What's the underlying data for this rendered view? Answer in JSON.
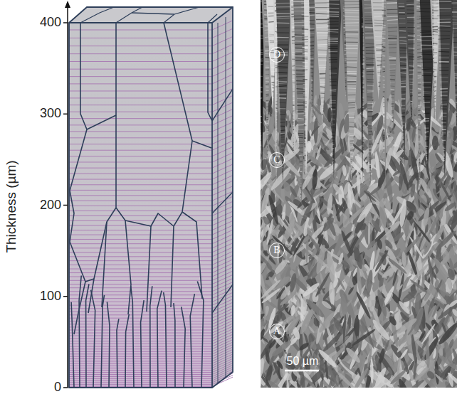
{
  "diagram": {
    "nodes": [
      {
        "text": [
          "D"
        ]
      },
      {
        "text": [
          "C"
        ]
      },
      {
        "text": [
          "B"
        ]
      },
      {
        "text": [
          "A"
        ]
      }
    ],
    "labels": [
      "400",
      "300",
      "200",
      "100",
      "0",
      "Thickness (µm)",
      "50 µm"
    ]
  }
}
